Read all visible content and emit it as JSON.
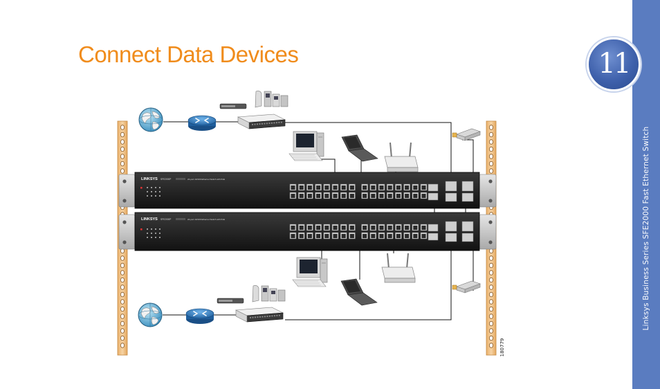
{
  "page": {
    "title": "Connect Data Devices",
    "chapter_number": "11",
    "sidebar_text": "Linksys Business Series SFE2000 Fast Ethernet Switch",
    "figure_id": "180779"
  },
  "switch_labels": {
    "brand": "LINKSYS",
    "model": "SFE2000P",
    "description": "24-port 10/100 Ethernet Switch with PoE"
  },
  "colors": {
    "title": "#f08c1c",
    "sidebar": "#5a7cc0",
    "rack": "#f2c58a",
    "switch_body": "#1c1c1c",
    "cable": "#111111"
  }
}
